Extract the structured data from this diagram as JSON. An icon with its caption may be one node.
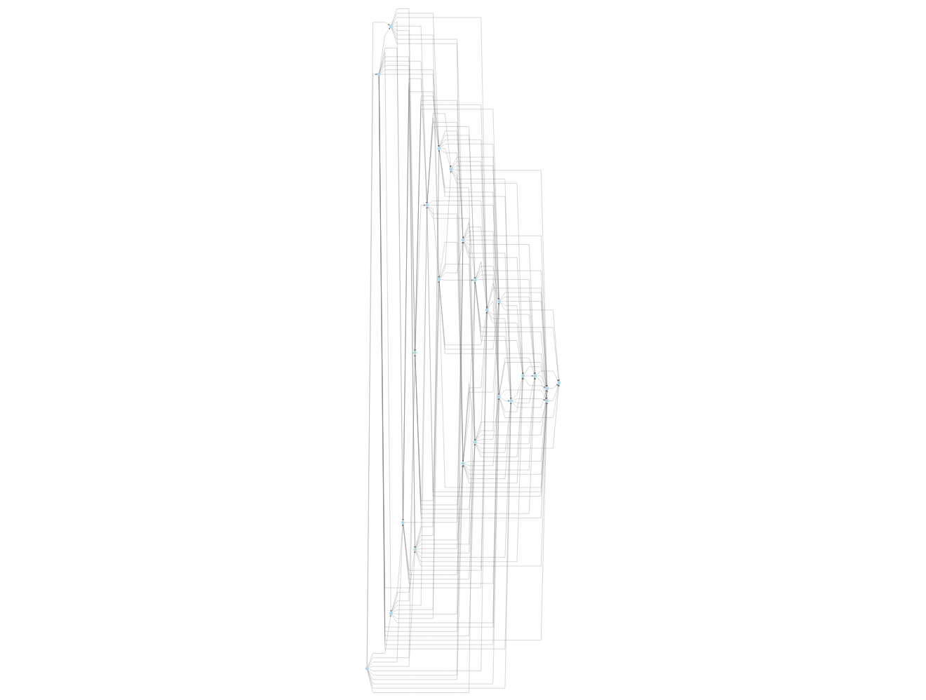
{
  "diagram": {
    "nodes": [
      {
        "text": [],
        "shape": "circle"
      },
      {
        "text": [],
        "shape": "circle"
      },
      {
        "text": [],
        "shape": "circle"
      },
      {
        "text": [],
        "shape": "circle"
      },
      {
        "text": [],
        "shape": "circle"
      },
      {
        "text": [],
        "shape": "circle"
      },
      {
        "text": [],
        "shape": "circle"
      },
      {
        "text": [],
        "shape": "circle"
      },
      {
        "text": [],
        "shape": "circle"
      },
      {
        "text": [],
        "shape": "circle"
      },
      {
        "text": [],
        "shape": "circle"
      },
      {
        "text": [],
        "shape": "circle"
      },
      {
        "text": [],
        "shape": "circle"
      },
      {
        "text": [],
        "shape": "circle"
      },
      {
        "text": [],
        "shape": "circle"
      },
      {
        "text": [],
        "shape": "circle"
      },
      {
        "text": [],
        "shape": "circle"
      },
      {
        "text": [],
        "shape": "circle"
      },
      {
        "text": [],
        "shape": "circle"
      },
      {
        "text": [],
        "shape": "circle"
      },
      {
        "text": [],
        "shape": "circle"
      },
      {
        "text": [],
        "shape": "circle"
      },
      {
        "text": [],
        "shape": "circle"
      },
      {
        "text": [],
        "shape": "circle"
      }
    ],
    "edges": [
      {
        "from": 8,
        "to": 2,
        "arrow": "to"
      },
      {
        "from": 8,
        "to": 9,
        "arrow": "to"
      },
      {
        "from": 8,
        "to": 16,
        "arrow": "to"
      },
      {
        "from": 8,
        "to": 3,
        "arrow": "to"
      },
      {
        "from": 8,
        "to": 10,
        "arrow": "to"
      },
      {
        "from": 8,
        "to": 17,
        "arrow": "to"
      },
      {
        "from": 8,
        "to": 0,
        "arrow": "to"
      },
      {
        "from": 8,
        "to": 5,
        "arrow": "to"
      },
      {
        "from": 8,
        "to": 19,
        "arrow": "to"
      },
      {
        "from": 8,
        "to": 13,
        "arrow": "to"
      },
      {
        "from": 8,
        "to": 22,
        "arrow": "to"
      },
      {
        "from": 8,
        "to": 6,
        "arrow": "to"
      },
      {
        "from": 9,
        "to": 2,
        "arrow": "to"
      },
      {
        "from": 9,
        "to": 10,
        "arrow": "to"
      },
      {
        "from": 9,
        "to": 16,
        "arrow": "to"
      },
      {
        "from": 9,
        "to": 3,
        "arrow": "to"
      },
      {
        "from": 9,
        "to": 11,
        "arrow": "to"
      },
      {
        "from": 9,
        "to": 17,
        "arrow": "to"
      },
      {
        "from": 9,
        "to": 4,
        "arrow": "to"
      },
      {
        "from": 9,
        "to": 18,
        "arrow": "to"
      },
      {
        "from": 9,
        "to": 0,
        "arrow": "to"
      },
      {
        "from": 9,
        "to": 1,
        "arrow": "to"
      },
      {
        "from": 9,
        "to": 19,
        "arrow": "to"
      },
      {
        "from": 9,
        "to": 20,
        "arrow": "to"
      },
      {
        "from": 9,
        "to": 21,
        "arrow": "to"
      },
      {
        "from": 9,
        "to": 13,
        "arrow": "to"
      },
      {
        "from": 9,
        "to": 22,
        "arrow": "to"
      },
      {
        "from": 2,
        "to": 3,
        "arrow": "to"
      },
      {
        "from": 2,
        "to": 4,
        "arrow": "to"
      },
      {
        "from": 2,
        "to": 0,
        "arrow": "to"
      },
      {
        "from": 2,
        "to": 10,
        "arrow": "to"
      },
      {
        "from": 2,
        "to": 11,
        "arrow": "to"
      },
      {
        "from": 2,
        "to": 17,
        "arrow": "to"
      },
      {
        "from": 2,
        "to": 18,
        "arrow": "to"
      },
      {
        "from": 2,
        "to": 5,
        "arrow": "to"
      },
      {
        "from": 2,
        "to": 19,
        "arrow": "to"
      },
      {
        "from": 16,
        "to": 17,
        "arrow": "to"
      },
      {
        "from": 16,
        "to": 10,
        "arrow": "to"
      },
      {
        "from": 16,
        "to": 3,
        "arrow": "to"
      },
      {
        "from": 16,
        "to": 11,
        "arrow": "to"
      },
      {
        "from": 16,
        "to": 4,
        "arrow": "to"
      },
      {
        "from": 16,
        "to": 5,
        "arrow": "to"
      },
      {
        "from": 16,
        "to": 18,
        "arrow": "to"
      },
      {
        "from": 16,
        "to": 1,
        "arrow": "to"
      },
      {
        "from": 10,
        "to": 11,
        "arrow": "to"
      },
      {
        "from": 10,
        "to": 3,
        "arrow": "to"
      },
      {
        "from": 10,
        "to": 17,
        "arrow": "to"
      },
      {
        "from": 10,
        "to": 4,
        "arrow": "to"
      },
      {
        "from": 10,
        "to": 5,
        "arrow": "to"
      },
      {
        "from": 10,
        "to": 0,
        "arrow": "to"
      },
      {
        "from": 10,
        "to": 19,
        "arrow": "to"
      },
      {
        "from": 10,
        "to": 20,
        "arrow": "to"
      },
      {
        "from": 10,
        "to": 13,
        "arrow": "to"
      },
      {
        "from": 3,
        "to": 4,
        "arrow": "to"
      },
      {
        "from": 3,
        "to": 5,
        "arrow": "to"
      },
      {
        "from": 3,
        "to": 0,
        "arrow": "to"
      },
      {
        "from": 3,
        "to": 1,
        "arrow": "to"
      },
      {
        "from": 3,
        "to": 11,
        "arrow": "to"
      },
      {
        "from": 3,
        "to": 18,
        "arrow": "to"
      },
      {
        "from": 3,
        "to": 19,
        "arrow": "to"
      },
      {
        "from": 3,
        "to": 20,
        "arrow": "to"
      },
      {
        "from": 3,
        "to": 14,
        "arrow": "to"
      },
      {
        "from": 3,
        "to": 7,
        "arrow": "to"
      },
      {
        "from": 17,
        "to": 18,
        "arrow": "to"
      },
      {
        "from": 17,
        "to": 11,
        "arrow": "to"
      },
      {
        "from": 17,
        "to": 4,
        "arrow": "to"
      },
      {
        "from": 17,
        "to": 5,
        "arrow": "to"
      },
      {
        "from": 17,
        "to": 6,
        "arrow": "to"
      },
      {
        "from": 17,
        "to": 19,
        "arrow": "to"
      },
      {
        "from": 17,
        "to": 20,
        "arrow": "to"
      },
      {
        "from": 17,
        "to": 22,
        "arrow": "to"
      },
      {
        "from": 17,
        "to": 23,
        "arrow": "to"
      },
      {
        "from": 17,
        "to": 21,
        "arrow": "to"
      },
      {
        "from": 11,
        "to": 12,
        "arrow": "to"
      },
      {
        "from": 11,
        "to": 4,
        "arrow": "to"
      },
      {
        "from": 11,
        "to": 5,
        "arrow": "to"
      },
      {
        "from": 11,
        "to": 6,
        "arrow": "to"
      },
      {
        "from": 11,
        "to": 0,
        "arrow": "to"
      },
      {
        "from": 11,
        "to": 1,
        "arrow": "to"
      },
      {
        "from": 11,
        "to": 18,
        "arrow": "to"
      },
      {
        "from": 11,
        "to": 19,
        "arrow": "to"
      },
      {
        "from": 11,
        "to": 20,
        "arrow": "to"
      },
      {
        "from": 11,
        "to": 7,
        "arrow": "to"
      },
      {
        "from": 11,
        "to": 21,
        "arrow": "to"
      },
      {
        "from": 4,
        "to": 5,
        "arrow": "to"
      },
      {
        "from": 4,
        "to": 6,
        "arrow": "to"
      },
      {
        "from": 4,
        "to": 0,
        "arrow": "to"
      },
      {
        "from": 4,
        "to": 1,
        "arrow": "to"
      },
      {
        "from": 4,
        "to": 12,
        "arrow": "to"
      },
      {
        "from": 4,
        "to": 19,
        "arrow": "to"
      },
      {
        "from": 4,
        "to": 20,
        "arrow": "to"
      },
      {
        "from": 4,
        "to": 13,
        "arrow": "to"
      },
      {
        "from": 4,
        "to": 22,
        "arrow": "to"
      },
      {
        "from": 18,
        "to": 19,
        "arrow": "to"
      },
      {
        "from": 18,
        "to": 20,
        "arrow": "to"
      },
      {
        "from": 18,
        "to": 12,
        "arrow": "to"
      },
      {
        "from": 18,
        "to": 5,
        "arrow": "to"
      },
      {
        "from": 18,
        "to": 6,
        "arrow": "to"
      },
      {
        "from": 18,
        "to": 0,
        "arrow": "to"
      },
      {
        "from": 18,
        "to": 1,
        "arrow": "to"
      },
      {
        "from": 18,
        "to": 7,
        "arrow": "to"
      },
      {
        "from": 18,
        "to": 21,
        "arrow": "to"
      },
      {
        "from": 12,
        "to": 13,
        "arrow": "to"
      },
      {
        "from": 12,
        "to": 0,
        "arrow": "to"
      },
      {
        "from": 12,
        "to": 1,
        "arrow": "to"
      },
      {
        "from": 12,
        "to": 7,
        "arrow": "to"
      },
      {
        "from": 12,
        "to": 19,
        "arrow": "to"
      },
      {
        "from": 12,
        "to": 22,
        "arrow": "to"
      },
      {
        "from": 12,
        "to": 23,
        "arrow": "to"
      },
      {
        "from": 5,
        "to": 6,
        "arrow": "to"
      },
      {
        "from": 5,
        "to": 0,
        "arrow": "to"
      },
      {
        "from": 5,
        "to": 1,
        "arrow": "to"
      },
      {
        "from": 5,
        "to": 7,
        "arrow": "to"
      },
      {
        "from": 5,
        "to": 13,
        "arrow": "to"
      },
      {
        "from": 5,
        "to": 14,
        "arrow": "to"
      },
      {
        "from": 5,
        "to": 20,
        "arrow": "to"
      },
      {
        "from": 5,
        "to": 22,
        "arrow": "to"
      },
      {
        "from": 5,
        "to": 23,
        "arrow": "to"
      },
      {
        "from": 19,
        "to": 20,
        "arrow": "to"
      },
      {
        "from": 19,
        "to": 0,
        "arrow": "to"
      },
      {
        "from": 19,
        "to": 1,
        "arrow": "to"
      },
      {
        "from": 19,
        "to": 6,
        "arrow": "to"
      },
      {
        "from": 19,
        "to": 7,
        "arrow": "to"
      },
      {
        "from": 19,
        "to": 13,
        "arrow": "to"
      },
      {
        "from": 19,
        "to": 14,
        "arrow": "to"
      },
      {
        "from": 19,
        "to": 21,
        "arrow": "to"
      },
      {
        "from": 19,
        "to": 22,
        "arrow": "to"
      },
      {
        "from": 19,
        "to": 23,
        "arrow": "to"
      },
      {
        "from": 6,
        "to": 0,
        "arrow": "to"
      },
      {
        "from": 6,
        "to": 1,
        "arrow": "to"
      },
      {
        "from": 6,
        "to": 7,
        "arrow": "to"
      },
      {
        "from": 6,
        "to": 13,
        "arrow": "to"
      },
      {
        "from": 6,
        "to": 14,
        "arrow": "to"
      },
      {
        "from": 6,
        "to": 15,
        "arrow": "to"
      },
      {
        "from": 6,
        "to": 21,
        "arrow": "to"
      },
      {
        "from": 6,
        "to": 22,
        "arrow": "to"
      },
      {
        "from": 6,
        "to": 23,
        "arrow": "to"
      },
      {
        "from": 20,
        "to": 21,
        "arrow": "to"
      },
      {
        "from": 20,
        "to": 0,
        "arrow": "to"
      },
      {
        "from": 20,
        "to": 1,
        "arrow": "to"
      },
      {
        "from": 20,
        "to": 7,
        "arrow": "to"
      },
      {
        "from": 20,
        "to": 13,
        "arrow": "to"
      },
      {
        "from": 20,
        "to": 14,
        "arrow": "to"
      },
      {
        "from": 20,
        "to": 15,
        "arrow": "to"
      },
      {
        "from": 20,
        "to": 22,
        "arrow": "to"
      },
      {
        "from": 20,
        "to": 23,
        "arrow": "to"
      },
      {
        "from": 0,
        "to": 1,
        "arrow": "to"
      },
      {
        "from": 0,
        "to": 7,
        "arrow": "to"
      },
      {
        "from": 0,
        "to": 13,
        "arrow": "to"
      },
      {
        "from": 0,
        "to": 14,
        "arrow": "to"
      },
      {
        "from": 0,
        "to": 22,
        "arrow": "to"
      },
      {
        "from": 0,
        "to": 23,
        "arrow": "to"
      },
      {
        "from": 1,
        "to": 7,
        "arrow": "to"
      },
      {
        "from": 1,
        "to": 14,
        "arrow": "to"
      },
      {
        "from": 1,
        "to": 21,
        "arrow": "to"
      },
      {
        "from": 1,
        "to": 23,
        "arrow": "to"
      },
      {
        "from": 1,
        "to": 15,
        "arrow": "to"
      },
      {
        "from": 13,
        "to": 14,
        "arrow": "to"
      },
      {
        "from": 13,
        "to": 7,
        "arrow": "to"
      },
      {
        "from": 13,
        "to": 21,
        "arrow": "to"
      },
      {
        "from": 13,
        "to": 22,
        "arrow": "to"
      },
      {
        "from": 13,
        "to": 23,
        "arrow": "to"
      },
      {
        "from": 13,
        "to": 15,
        "arrow": "to"
      },
      {
        "from": 14,
        "to": 15,
        "arrow": "to"
      },
      {
        "from": 14,
        "to": 7,
        "arrow": "to"
      },
      {
        "from": 14,
        "to": 21,
        "arrow": "to"
      },
      {
        "from": 22,
        "to": 23,
        "arrow": "to"
      },
      {
        "from": 22,
        "to": 21,
        "arrow": "to"
      },
      {
        "from": 22,
        "to": 14,
        "arrow": "to"
      },
      {
        "from": 22,
        "to": 7,
        "arrow": "to"
      },
      {
        "from": 23,
        "to": 21,
        "arrow": "to"
      },
      {
        "from": 23,
        "to": 14,
        "arrow": "to"
      },
      {
        "from": 23,
        "to": 7,
        "arrow": "to"
      },
      {
        "from": 7,
        "to": 15,
        "arrow": "to"
      },
      {
        "from": 21,
        "to": 15,
        "arrow": "to"
      }
    ]
  }
}
